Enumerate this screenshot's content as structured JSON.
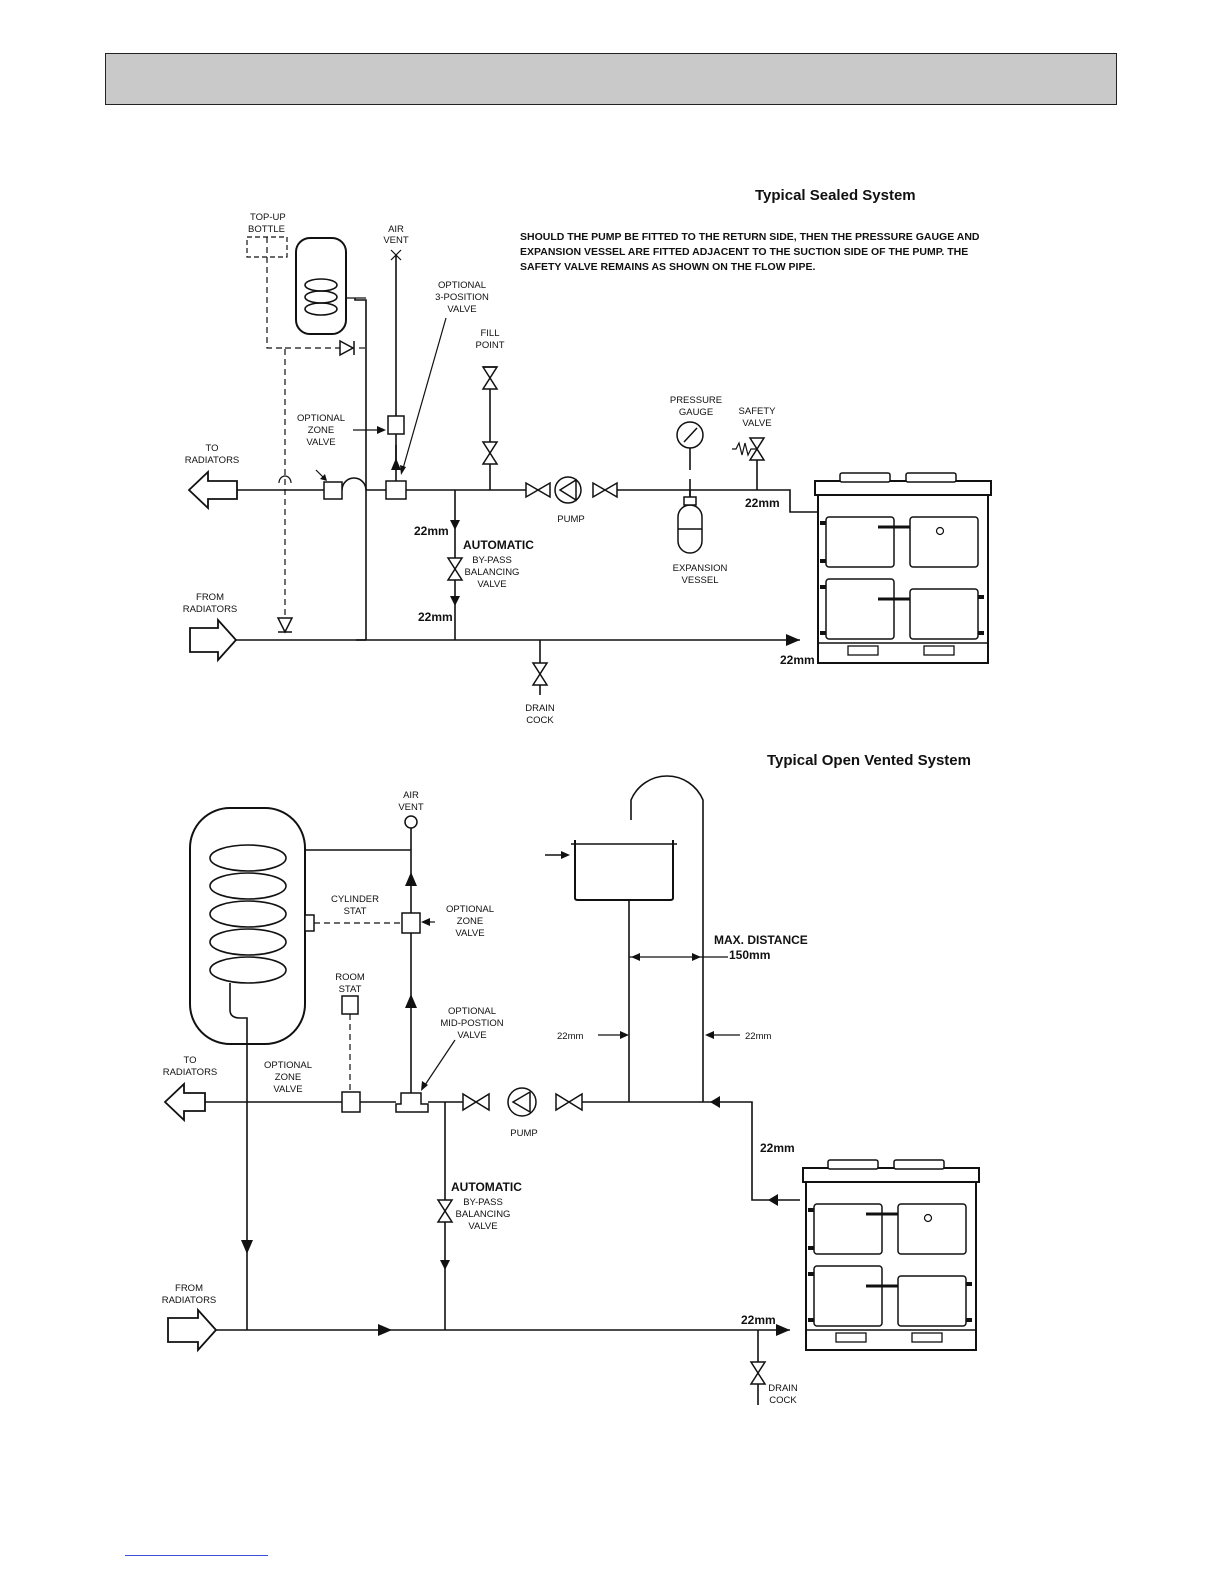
{
  "header": {
    "title": ""
  },
  "sealed": {
    "title": "Typical Sealed System",
    "note": [
      "SHOULD THE PUMP BE FITTED TO THE RETURN SIDE, THEN THE PRESSURE GAUGE AND",
      "EXPANSION VESSEL ARE FITTED ADJACENT TO THE SUCTION SIDE OF THE PUMP. THE",
      "SAFETY VALVE REMAINS AS SHOWN ON THE FLOW PIPE."
    ],
    "top_up_bottle": [
      "TOP-UP",
      "BOTTLE"
    ],
    "air_vent": [
      "AIR",
      "VENT"
    ],
    "three_position_valve": [
      "OPTIONAL",
      "3-POSITION",
      "VALVE"
    ],
    "fill_point": [
      "FILL",
      "POINT"
    ],
    "optional_zone_valve": [
      "OPTIONAL",
      "ZONE",
      "VALVE"
    ],
    "to_radiators": [
      "TO",
      "RADIATORS"
    ],
    "from_radiators": [
      "FROM",
      "RADIATORS"
    ],
    "pressure_gauge": [
      "PRESSURE",
      "GAUGE"
    ],
    "safety_valve": [
      "SAFETY",
      "VALVE"
    ],
    "pump": "PUMP",
    "expansion_vessel": [
      "EXPANSION",
      "VESSEL"
    ],
    "automatic": "AUTOMATIC",
    "bypass_valve": [
      "BY-PASS",
      "BALANCING",
      "VALVE"
    ],
    "drain_cock": [
      "DRAIN",
      "COCK"
    ],
    "pipe_22mm": "22mm"
  },
  "open": {
    "title": "Typical Open Vented System",
    "air_vent": [
      "AIR",
      "VENT"
    ],
    "cylinder_stat": [
      "CYLINDER",
      "STAT"
    ],
    "optional_zone_valve": [
      "OPTIONAL",
      "ZONE",
      "VALVE"
    ],
    "room_stat": [
      "ROOM",
      "STAT"
    ],
    "mid_position_valve": [
      "OPTIONAL",
      "MID-POSTION",
      "VALVE"
    ],
    "to_radiators": [
      "TO",
      "RADIATORS"
    ],
    "from_radiators": [
      "FROM",
      "RADIATORS"
    ],
    "zone_valve_lower": [
      "OPTIONAL",
      "ZONE",
      "VALVE"
    ],
    "pump": "PUMP",
    "max_distance": [
      "MAX. DISTANCE",
      "150mm"
    ],
    "automatic": "AUTOMATIC",
    "bypass_valve": [
      "BY-PASS",
      "BALANCING",
      "VALVE"
    ],
    "drain_cock": [
      "DRAIN",
      "COCK"
    ],
    "pipe_22mm": "22mm"
  }
}
